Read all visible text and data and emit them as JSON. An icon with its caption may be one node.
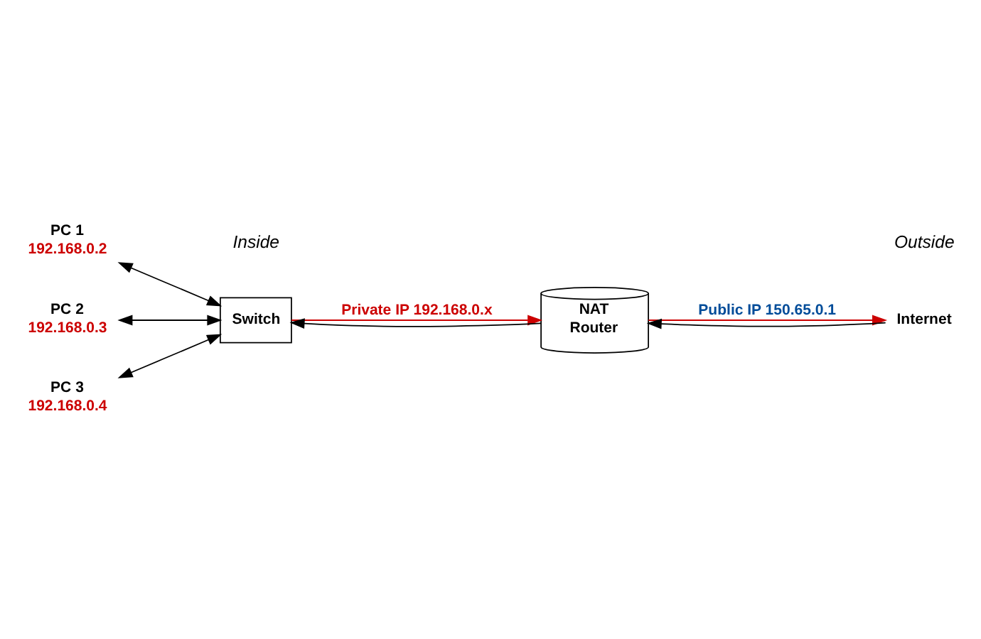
{
  "diagram": {
    "nodes": [
      {
        "text": [
          "PC 1"
        ],
        "beside": [
          "192.168.0.2"
        ]
      },
      {
        "text": [
          "PC 2"
        ],
        "beside": [
          "192.168.0.3"
        ]
      },
      {
        "text": [
          "PC 3"
        ],
        "beside": [
          "192.168.0.4"
        ]
      },
      {
        "text": [
          "Switch"
        ]
      },
      {
        "text": [
          "NAT",
          "Router"
        ]
      },
      {
        "text": [
          "Internet"
        ]
      }
    ],
    "edges": [
      {
        "from": 0,
        "to": 3,
        "arrow": "both"
      },
      {
        "from": 1,
        "to": 3,
        "arrow": "both"
      },
      {
        "from": 2,
        "to": 3,
        "arrow": "both"
      },
      {
        "from": 3,
        "to": 4,
        "arrow": "to",
        "label": "Private IP 192.168.0.x",
        "color": "#cc0000"
      },
      {
        "from": 4,
        "to": 3,
        "arrow": "to"
      },
      {
        "from": 4,
        "to": 5,
        "arrow": "to",
        "label": "Public IP 150.65.0.1",
        "color": "#cc0000"
      },
      {
        "from": 5,
        "to": 4,
        "arrow": "to"
      }
    ],
    "labels": [
      "Inside",
      "Outside"
    ]
  }
}
